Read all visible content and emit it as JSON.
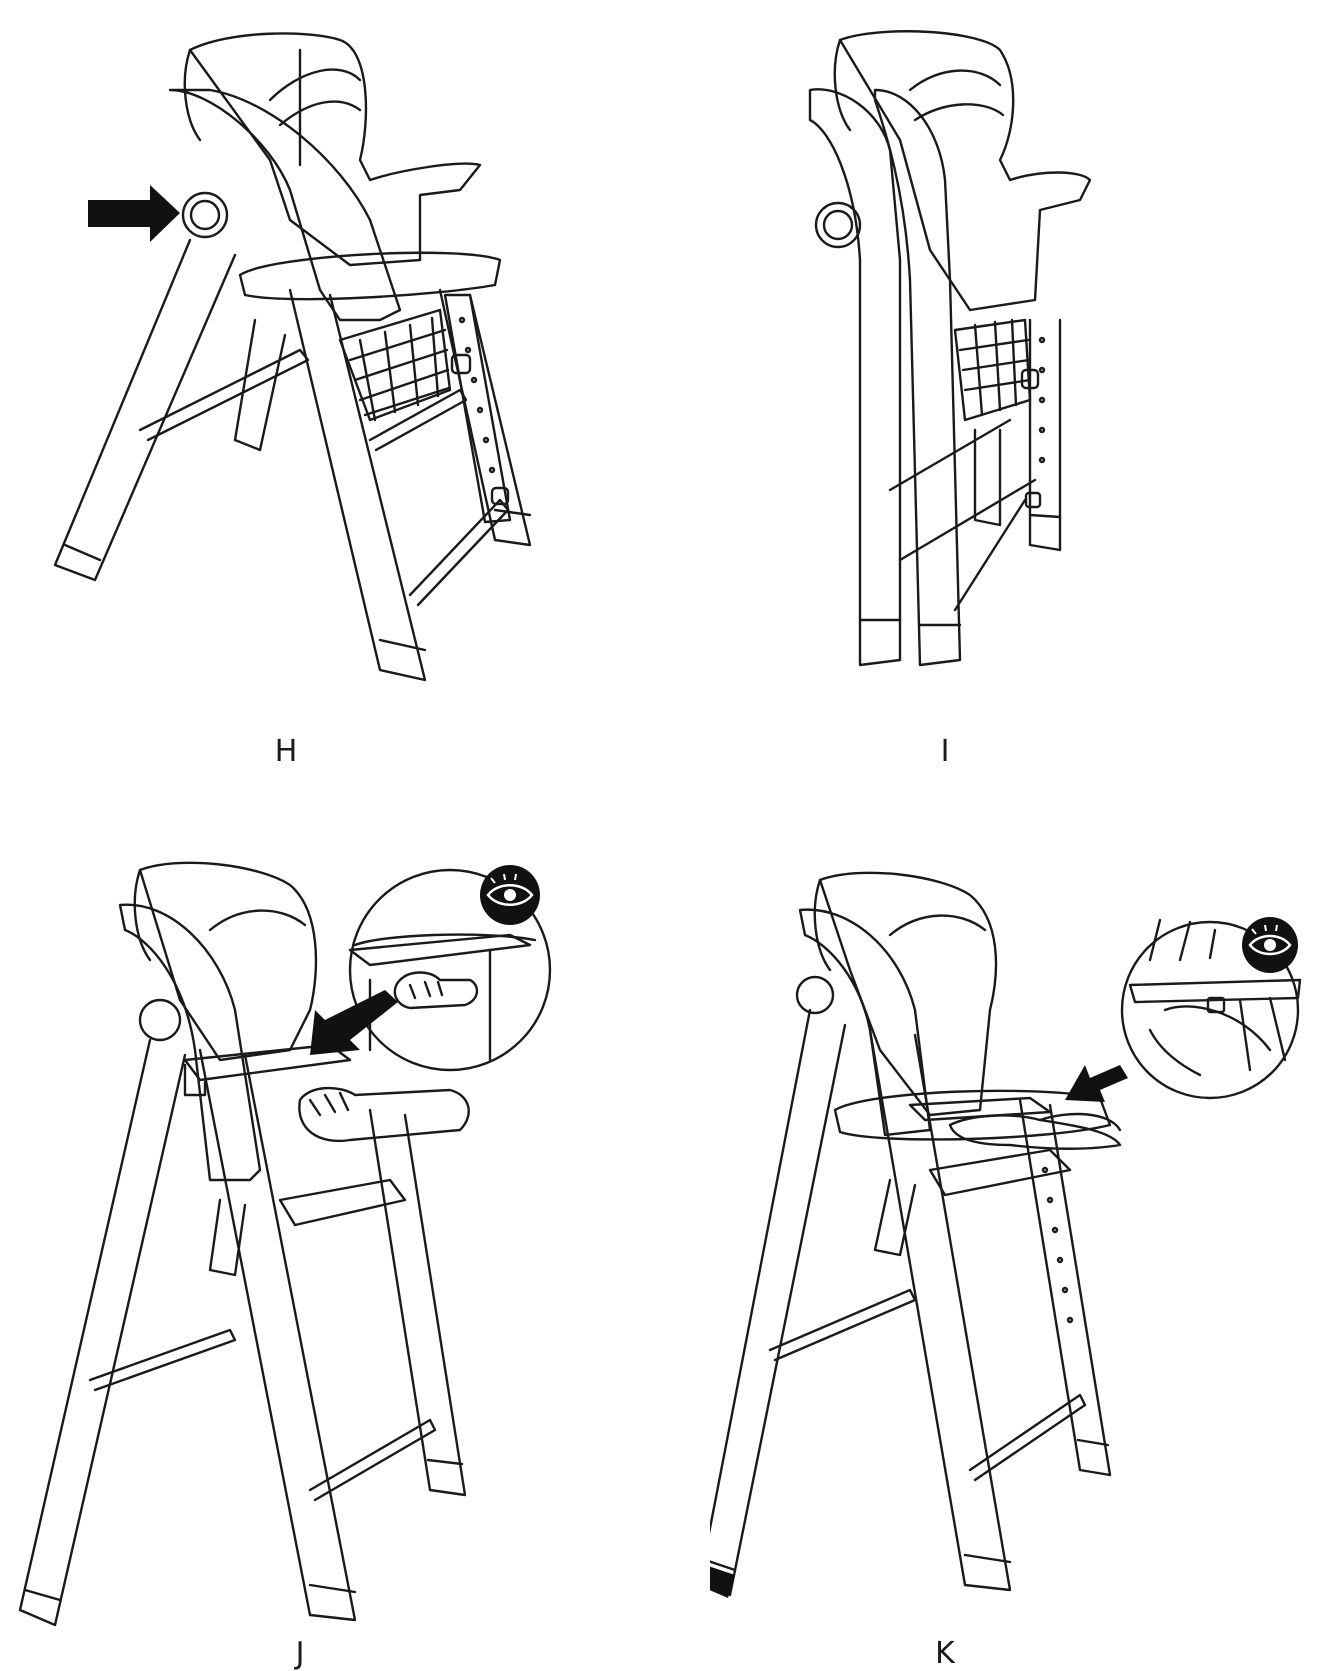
{
  "steps": [
    {
      "label": "H"
    },
    {
      "label": "I"
    },
    {
      "label": "J"
    },
    {
      "label": "K"
    }
  ],
  "icons": {
    "arrow": "arrow-right-icon",
    "eye": "eye-icon"
  }
}
